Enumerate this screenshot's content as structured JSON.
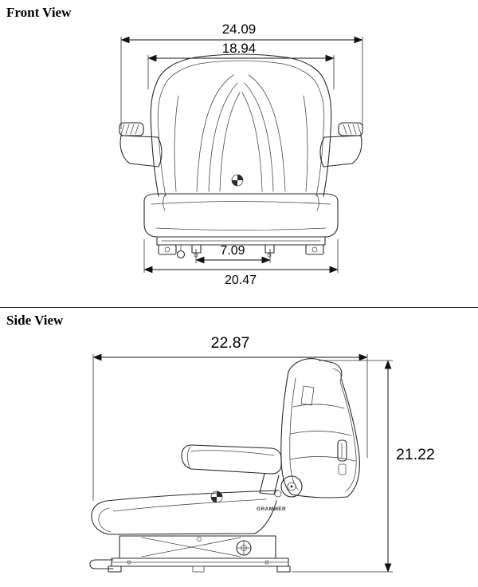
{
  "page": {
    "background": "#ffffff",
    "line_color": "#2a2a2a",
    "dim_color": "#111111"
  },
  "front_view": {
    "title": "Front View",
    "dimensions": {
      "overall_width": "24.09",
      "backrest_width": "18.94",
      "mount_spacing": "7.09",
      "base_width": "20.47"
    }
  },
  "side_view": {
    "title": "Side View",
    "dimensions": {
      "overall_depth": "22.87",
      "overall_height": "21.22"
    },
    "brand": "GRAMMER"
  }
}
